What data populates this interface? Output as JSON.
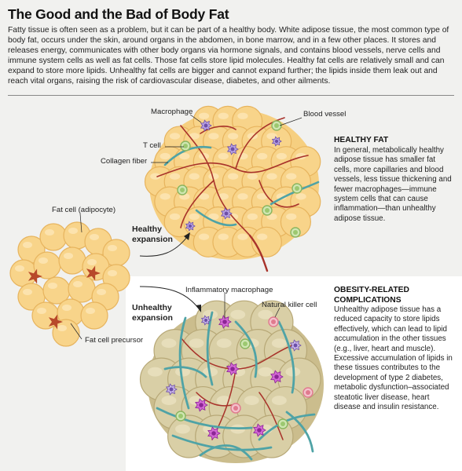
{
  "header": {
    "title": "The Good and the Bad of Body Fat",
    "intro": "Fatty tissue is often seen as a problem, but it can be part of a healthy body. White adipose tissue, the most common type of body fat, occurs under the skin, around organs in the abdomen, in bone marrow, and in a few other places. It stores and releases energy, communicates with other body organs via hormone signals, and contains blood vessels, nerve cells and immune system cells as well as fat cells. Those fat cells store lipid molecules. Healthy fat cells are relatively small and can expand to store more lipids. Unhealthy fat cells are bigger and cannot expand further; the lipids inside them leak out and reach vital organs, raising the risk of cardiovascular disease, diabetes, and other ailments."
  },
  "labels": {
    "macrophage": "Macrophage",
    "blood_vessel": "Blood vessel",
    "t_cell": "T cell",
    "collagen_fiber": "Collagen fiber",
    "fat_cell": "Fat cell (adipocyte)",
    "fat_cell_precursor": "Fat cell precursor",
    "inflammatory_macrophage": "Inflammatory macrophage",
    "natural_killer_cell": "Natural killer cell",
    "healthy_expansion_line1": "Healthy",
    "healthy_expansion_line2": "expansion",
    "unhealthy_expansion_line1": "Unhealthy",
    "unhealthy_expansion_line2": "expansion"
  },
  "healthy_fat": {
    "heading": "HEALTHY FAT",
    "text": "In general, metabolically healthy adipose tissue has smaller fat cells, more capillaries and blood vessels, less tissue thickening and fewer macrophages—immune system cells that can cause inflammation—than unhealthy adipose tissue."
  },
  "obesity": {
    "heading_line1": "OBESITY-RELATED",
    "heading_line2": "COMPLICATIONS",
    "text": "Unhealthy adipose tissue has a reduced capacity to store lipids effectively, which can lead to lipid accumulation in the other tissues (e.g., liver, heart and muscle). Excessive accumulation of lipids in these tissues contributes to the development of type 2 diabetes, metabolic dysfunction–associated steatotic liver disease, heart disease and insulin resistance."
  },
  "colors": {
    "background": "#f1f1ef",
    "healthy_fat_cell": "#f8d48a",
    "unhealthy_fat_cell": "#d9cfa6",
    "blood_vessel": "#a8322a",
    "collagen_fiber": "#4fa3a6",
    "macrophage": "#9b7bd1",
    "inflammatory_macrophage": "#b53fbf",
    "t_cell": "#9cc870",
    "natural_killer_cell": "#e07a8e",
    "precursor": "#b8482a"
  }
}
